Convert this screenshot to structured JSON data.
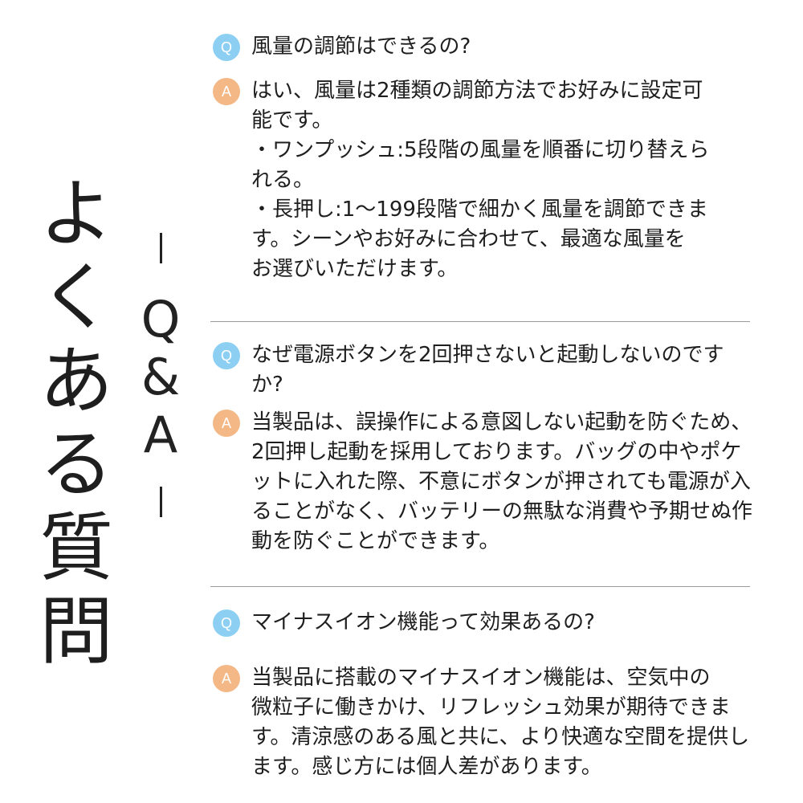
{
  "title": {
    "chars": [
      "よ",
      "く",
      "あ",
      "る",
      "質",
      "問"
    ]
  },
  "qa_label": {
    "chars": [
      "Q",
      "&",
      "A"
    ]
  },
  "badges": {
    "question": "Q",
    "answer": "A"
  },
  "faq": [
    {
      "question": "風量の調節はできるの?",
      "answer": "はい、風量は2種類の調節方法でお好みに設定可\n能です。\n・ワンプッシュ:5段階の風量を順番に切り替えら\nれる。\n・長押し:1〜199段階で細かく風量を調節できま\nす。シーンやお好みに合わせて、最適な風量を\nお選びいただけます。"
    },
    {
      "question": "なぜ電源ボタンを2回押さないと起動しないのです\nか?",
      "answer": "当製品は、誤操作による意図しない起動を防ぐため、\n2回押し起動を採用しております。バッグの中やポケ\nットに入れた際、不意にボタンが押されても電源が入\nることがなく、バッテリーの無駄な消費や予期せぬ作\n動を防ぐことができます。"
    },
    {
      "question": "マイナスイオン機能って効果あるの?",
      "answer": "当製品に搭載のマイナスイオン機能は、空気中の\n微粒子に働きかけ、リフレッシュ効果が期待できま\nす。清涼感のある風と共に、より快適な空間を提供し\nます。感じ方には個人差があります。"
    }
  ],
  "colors": {
    "question_badge": "#8ccff3",
    "answer_badge": "#f4b886",
    "text": "#1e1e1e",
    "divider": "#9a9a9a"
  }
}
